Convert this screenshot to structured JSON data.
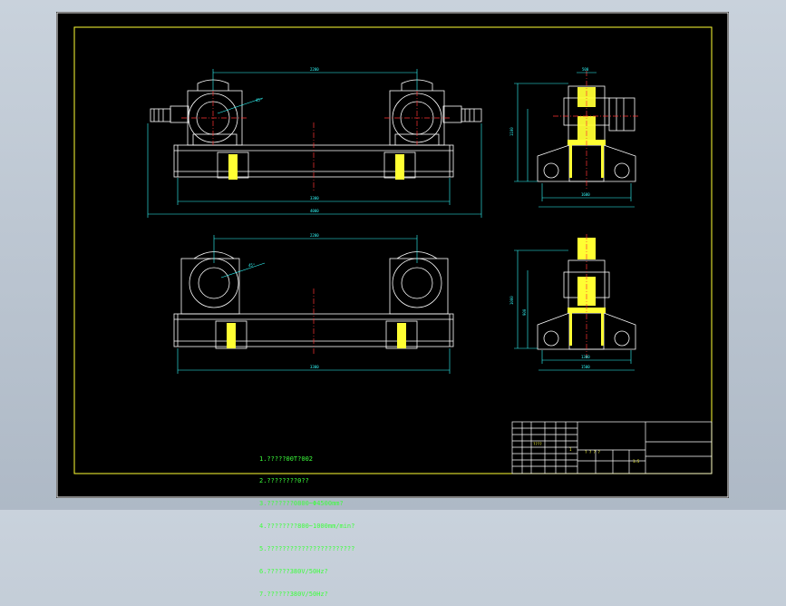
{
  "colors": {
    "background": "#000000",
    "frame": "#ffffff",
    "border": "#ffff33",
    "geometry": "#ffffff",
    "dimension": "#33ffff",
    "centerline": "#ff3333",
    "section_fill": "#ffff33",
    "notes_text": "#33ff33",
    "window_bg": "#b7c2ce"
  },
  "dimensions": {
    "top_front_overall": "2200",
    "top_front_base": "3300",
    "top_front_total": "4000",
    "top_front_angle": "45°",
    "top_side_top": "500",
    "top_side_height": "1100",
    "top_side_base": "1600",
    "bottom_front_overall": "2200",
    "bottom_front_base": "3300",
    "bottom_front_angle": "45°",
    "bottom_side_height": "1000",
    "bottom_side_height2": "900",
    "bottom_side_base": "1300",
    "bottom_side_base2": "1500"
  },
  "notes": [
    "1.?????00T?002",
    "2.????????0??",
    "3.???????0800~Φ4500mm?",
    "4.????????800~1000mm/min?",
    "5.???????????????????????",
    "6.??????380V/50Hz?",
    "7.??????380V/50Hz?"
  ],
  "title_block": {
    "label_a": "????",
    "label_b": "? ? ? ?",
    "scale": "1:5",
    "sheet": "1"
  }
}
